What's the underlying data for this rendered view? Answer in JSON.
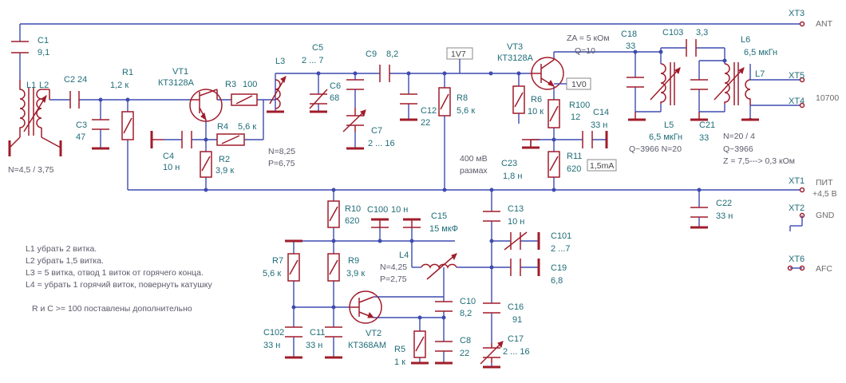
{
  "ports": {
    "xt3": {
      "id": "XT3",
      "desc": "ANT"
    },
    "xt5": {
      "id": "XT5",
      "desc": ""
    },
    "xt4": {
      "id": "XT4",
      "desc": "10700"
    },
    "xt1": {
      "id": "XT1",
      "desc": "ПИТ"
    },
    "xt1b": {
      "desc": "+4,5 В"
    },
    "xt2": {
      "id": "XT2",
      "desc": "GND"
    },
    "xt6": {
      "id": "XT6",
      "desc": "AFC"
    }
  },
  "components": {
    "c1": {
      "ref": "C1",
      "value": "9,1"
    },
    "l1l2": {
      "ref1": "L1",
      "ref2": "L2",
      "note": "N=4,5 / 3,75"
    },
    "c2": {
      "ref": "C2",
      "value": "24"
    },
    "c3": {
      "ref": "C3",
      "value": "47"
    },
    "r1": {
      "ref": "R1",
      "value": "1,2 к"
    },
    "vt1": {
      "ref": "VT1",
      "type": "КТ3128А"
    },
    "r3": {
      "ref": "R3",
      "value": "100"
    },
    "c4": {
      "ref": "C4",
      "value": "10 н"
    },
    "r4": {
      "ref": "R4",
      "value": "5,6 к"
    },
    "r2": {
      "ref": "R2",
      "value": "3,9 к"
    },
    "l3": {
      "ref": "L3",
      "n": "N=8,25",
      "p": "P=6,75"
    },
    "c5": {
      "ref": "C5",
      "value": "2 ... 7"
    },
    "c6": {
      "ref": "C6",
      "value": "68"
    },
    "c7": {
      "ref": "C7",
      "value": "2 ... 16"
    },
    "c9": {
      "ref": "C9",
      "value": "8,2"
    },
    "c12": {
      "ref": "C12",
      "value": "22"
    },
    "r8": {
      "ref": "R8",
      "value": "5,6 к"
    },
    "vt3": {
      "ref": "VT3",
      "type": "КТ3128А"
    },
    "r6": {
      "ref": "R6",
      "value": "10 к"
    },
    "r100": {
      "ref": "R100",
      "value": "12"
    },
    "c14": {
      "ref": "C14",
      "value": "33 н"
    },
    "c23": {
      "ref": "C23",
      "value": "1,8 н"
    },
    "r11": {
      "ref": "R11",
      "value": "620"
    },
    "c18": {
      "ref": "C18",
      "value": "33"
    },
    "c103": {
      "ref": "C103",
      "value": "3,3"
    },
    "l5": {
      "ref": "L5",
      "value": "6,5 мкГн",
      "note": "Q~3966 N=20"
    },
    "c21": {
      "ref": "C21",
      "value": "33"
    },
    "l6": {
      "ref": "L6",
      "value": "6,5 мкГн"
    },
    "l7": {
      "ref": "L7",
      "note1": "N=20 / 4",
      "note2": "Q~3966",
      "note3": "Z = 7,5---> 0,3 кОм"
    },
    "c22": {
      "ref": "C22",
      "value": "33 н"
    },
    "r10": {
      "ref": "R10",
      "value": "620"
    },
    "c100": {
      "ref": "C100",
      "value": "10 н"
    },
    "c15": {
      "ref": "C15",
      "value": "15 мкФ"
    },
    "c13": {
      "ref": "C13",
      "value": "10 н"
    },
    "c101": {
      "ref": "C101",
      "value": "2 ...7"
    },
    "c19": {
      "ref": "C19",
      "value": "6,8"
    },
    "l4": {
      "ref": "L4",
      "n": "N=4,25",
      "p": "P=2,75"
    },
    "r7": {
      "ref": "R7",
      "value": "5,6 к"
    },
    "r9": {
      "ref": "R9",
      "value": "3,9 к"
    },
    "vt2": {
      "ref": "VT2",
      "type": "КТ368АМ"
    },
    "c10": {
      "ref": "C10",
      "value": "8,2"
    },
    "c8": {
      "ref": "C8",
      "value": "22"
    },
    "r5": {
      "ref": "R5",
      "value": "1 к"
    },
    "c16": {
      "ref": "C16",
      "value": "91"
    },
    "c17": {
      "ref": "C17",
      "value": "2 ... 16"
    },
    "c102": {
      "ref": "C102",
      "value": "33 н"
    },
    "c11": {
      "ref": "C11",
      "value": "33 н"
    }
  },
  "annotations": {
    "za": "ZA = 5 кОм",
    "q": "Q=10",
    "v1": "1V7",
    "v2": "1V0",
    "i1": "1,5mA",
    "swing1": "400 мВ",
    "swing2": "размах"
  },
  "notes": [
    "L1 убрать 2 витка.",
    "L2 убрать 1,5 витка.",
    "L3 = 5 витка, отвод 1 виток от горячего конца.",
    "L4 = убрать 1 горячий виток, повернуть катушку",
    "R и C >= 100 поставлены дополнительно"
  ]
}
